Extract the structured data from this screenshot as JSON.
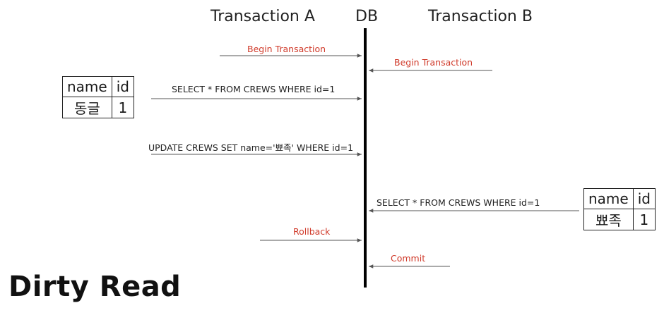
{
  "headers": {
    "transaction_a": "Transaction A",
    "db": "DB",
    "transaction_b": "Transaction B"
  },
  "messages": {
    "a_begin": "Begin Transaction",
    "b_begin": "Begin Transaction",
    "a_select": "SELECT * FROM CREWS WHERE id=1",
    "a_update": "UPDATE CREWS SET name='뾰족' WHERE id=1",
    "b_select": "SELECT * FROM CREWS WHERE id=1",
    "a_rollback": "Rollback",
    "b_commit": "Commit"
  },
  "table_a": {
    "col_name": "name",
    "col_id": "id",
    "val_name": "동글",
    "val_id": "1"
  },
  "table_b": {
    "col_name": "name",
    "col_id": "id",
    "val_name": "뾰족",
    "val_id": "1"
  },
  "title": "Dirty Read",
  "colors": {
    "control_text": "#d03a2a",
    "query_text": "#222222",
    "lines": "#555555",
    "db_line": "#000000"
  }
}
